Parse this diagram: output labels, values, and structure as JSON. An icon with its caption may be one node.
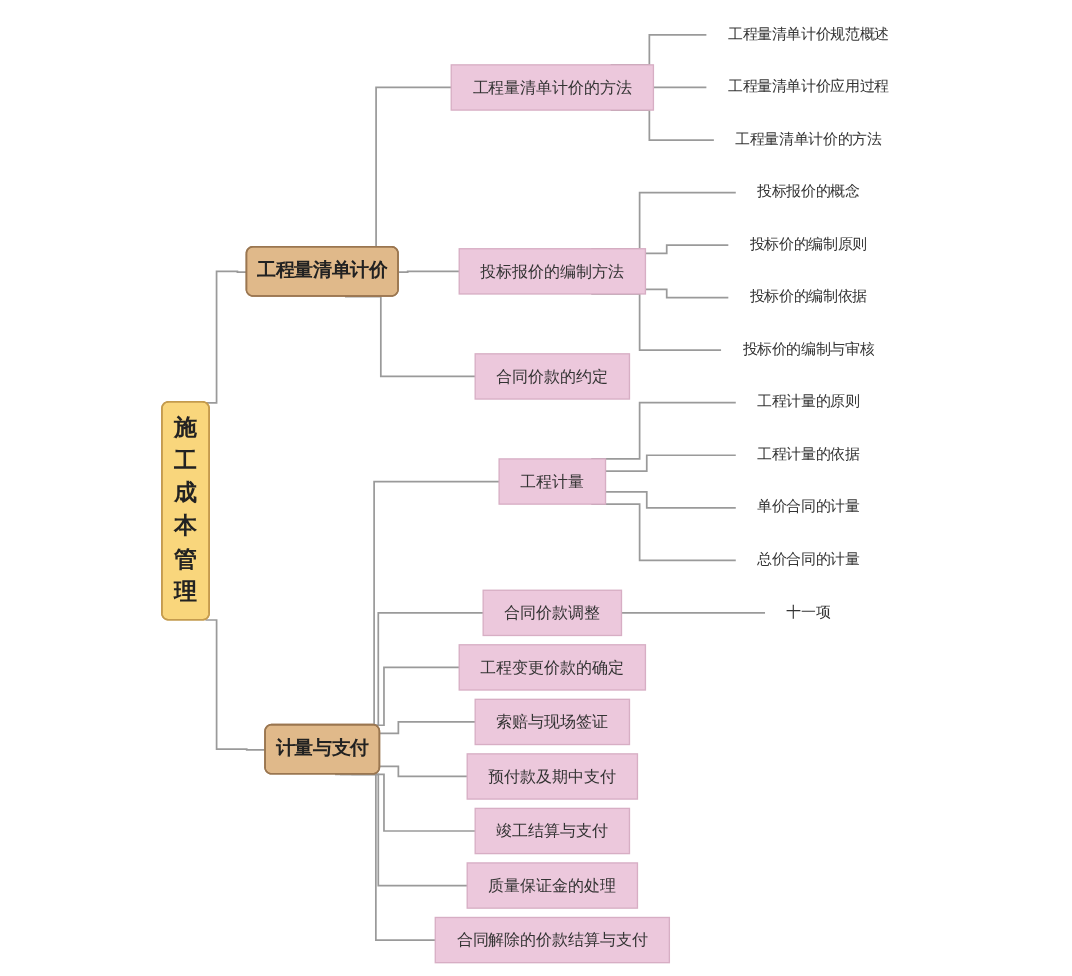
{
  "diagram": {
    "nodes": [
      {
        "text": [
          "施工成本管理"
        ]
      },
      {
        "text": [
          "工程量清单计价"
        ]
      },
      {
        "text": [
          "工程量清单计价的方法"
        ]
      },
      {
        "text": [
          "工程量清单计价规范概述"
        ]
      },
      {
        "text": [
          "工程量清单计价应用过程"
        ]
      },
      {
        "text": [
          "工程量清单计价的方法"
        ]
      },
      {
        "text": [
          "投标报价的编制方法"
        ]
      },
      {
        "text": [
          "投标报价的概念"
        ]
      },
      {
        "text": [
          "投标价的编制原则"
        ]
      },
      {
        "text": [
          "投标价的编制依据"
        ]
      },
      {
        "text": [
          "投标价的编制与审核"
        ]
      },
      {
        "text": [
          "合同价款的约定"
        ]
      },
      {
        "text": [
          "计量与支付"
        ]
      },
      {
        "text": [
          "工程计量"
        ]
      },
      {
        "text": [
          "工程计量的原则"
        ]
      },
      {
        "text": [
          "工程计量的依据"
        ]
      },
      {
        "text": [
          "单价合同的计量"
        ]
      },
      {
        "text": [
          "总价合同的计量"
        ]
      },
      {
        "text": [
          "合同价款调整"
        ]
      },
      {
        "text": [
          "十一项"
        ]
      },
      {
        "text": [
          "工程变更价款的确定"
        ]
      },
      {
        "text": [
          "索赔与现场签证"
        ]
      },
      {
        "text": [
          "预付款及期中支付"
        ]
      },
      {
        "text": [
          "竣工结算与支付"
        ]
      },
      {
        "text": [
          "质量保证金的处理"
        ]
      },
      {
        "text": [
          "合同解除的价款结算与支付"
        ]
      }
    ],
    "edges": [
      {
        "from": 0,
        "to": 1,
        "arrow": "none"
      },
      {
        "from": 0,
        "to": 12,
        "arrow": "none"
      },
      {
        "from": 1,
        "to": 2,
        "arrow": "none"
      },
      {
        "from": 1,
        "to": 6,
        "arrow": "none"
      },
      {
        "from": 1,
        "to": 11,
        "arrow": "none"
      },
      {
        "from": 2,
        "to": 3,
        "arrow": "none"
      },
      {
        "from": 2,
        "to": 4,
        "arrow": "none"
      },
      {
        "from": 2,
        "to": 5,
        "arrow": "none"
      },
      {
        "from": 6,
        "to": 7,
        "arrow": "none"
      },
      {
        "from": 6,
        "to": 8,
        "arrow": "none"
      },
      {
        "from": 6,
        "to": 9,
        "arrow": "none"
      },
      {
        "from": 6,
        "to": 10,
        "arrow": "none"
      },
      {
        "from": 12,
        "to": 13,
        "arrow": "none"
      },
      {
        "from": 12,
        "to": 18,
        "arrow": "none"
      },
      {
        "from": 12,
        "to": 20,
        "arrow": "none"
      },
      {
        "from": 12,
        "to": 21,
        "arrow": "none"
      },
      {
        "from": 12,
        "to": 22,
        "arrow": "none"
      },
      {
        "from": 12,
        "to": 23,
        "arrow": "none"
      },
      {
        "from": 12,
        "to": 24,
        "arrow": "none"
      },
      {
        "from": 12,
        "to": 25,
        "arrow": "none"
      },
      {
        "from": 13,
        "to": 14,
        "arrow": "none"
      },
      {
        "from": 13,
        "to": 15,
        "arrow": "none"
      },
      {
        "from": 13,
        "to": 16,
        "arrow": "none"
      },
      {
        "from": 13,
        "to": 17,
        "arrow": "none"
      },
      {
        "from": 18,
        "to": 19,
        "arrow": "none"
      }
    ]
  }
}
